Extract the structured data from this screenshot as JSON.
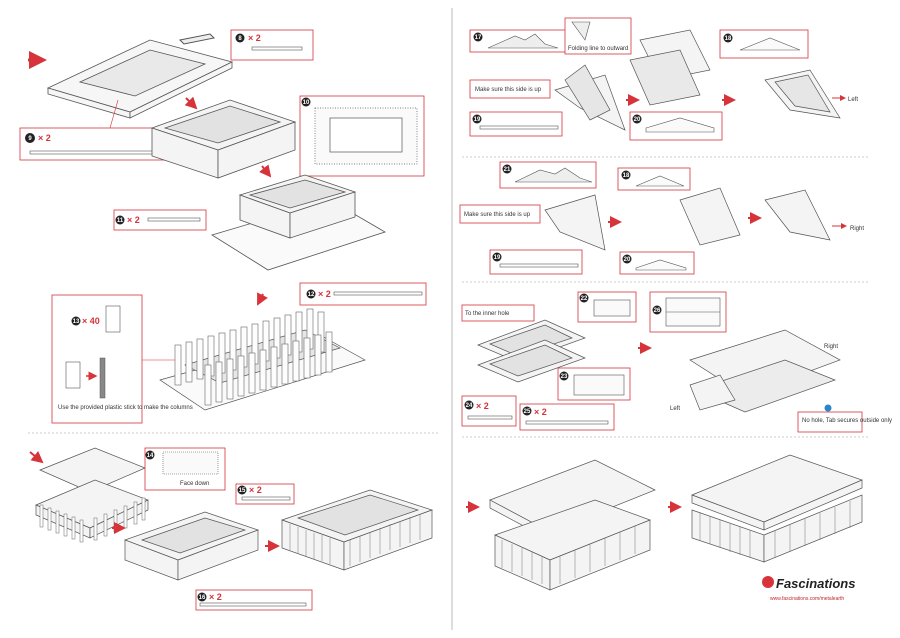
{
  "colors": {
    "accent": "#d6333a",
    "line": "#555555",
    "callout": "#e06a6a"
  },
  "step_numbers": [
    "8",
    "9",
    "10",
    "11",
    "12",
    "13",
    "14",
    "15",
    "16",
    "17",
    "18",
    "19",
    "20",
    "21",
    "18",
    "19",
    "20",
    "22",
    "23",
    "24",
    "25",
    "26"
  ],
  "qty": {
    "x2": "× 2",
    "x40": "× 40"
  },
  "notes": {
    "plastic_stick": "Use the provided plastic stick to make the columns",
    "face_down": "Face down",
    "folding_line": "Folding line to outward",
    "make_sure": "Make sure this side is up",
    "inner_hole": "To the inner hole",
    "no_hole": "No hole, Tab secures outside only"
  },
  "directions": {
    "left": "Left",
    "right": "Right"
  },
  "brand": {
    "name": "Fascinations",
    "url": "www.fascinations.com/metalearth"
  }
}
